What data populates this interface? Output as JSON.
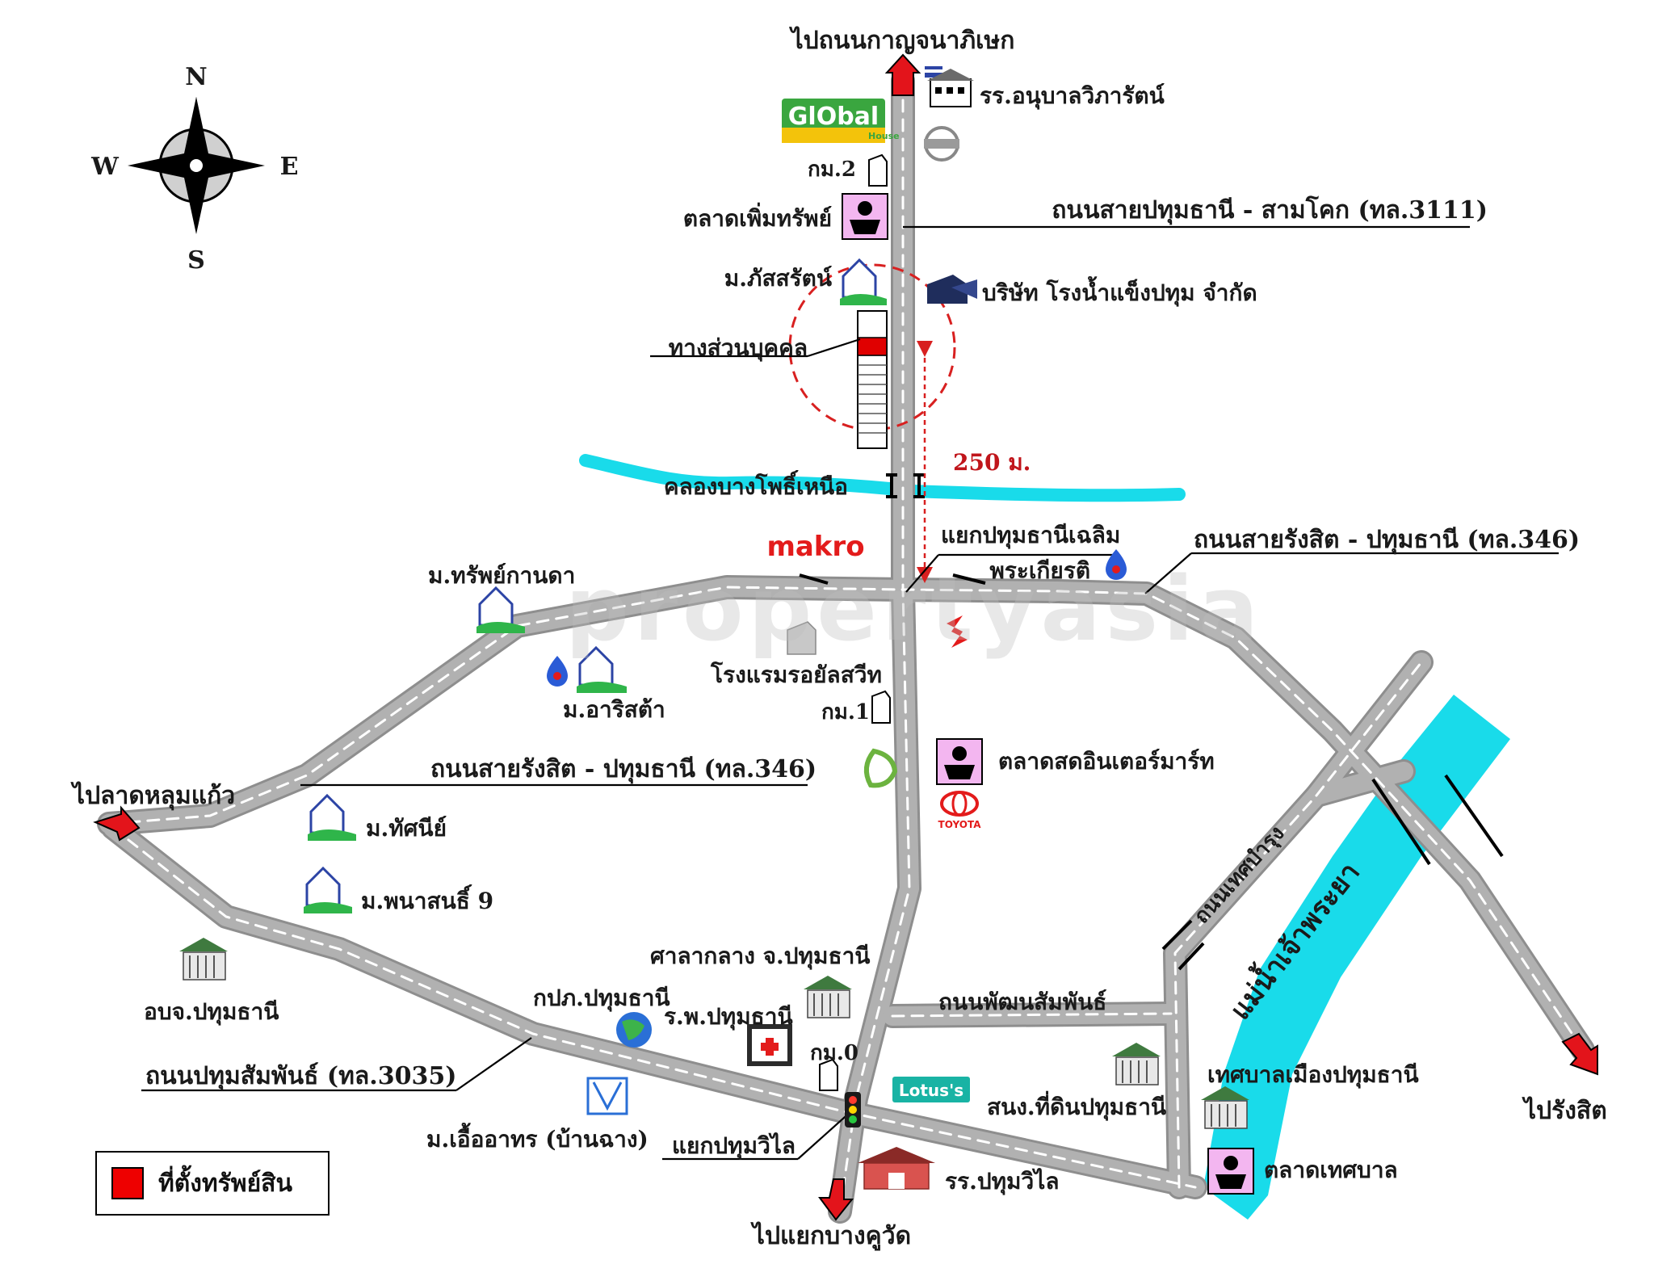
{
  "compass": {
    "n": "N",
    "s": "S",
    "e": "E",
    "w": "W"
  },
  "labels": {
    "to_kanchanaphisek": "ไปถนนกาญจนาภิเษก",
    "anubanwiparat": "รร.อนุบาลวิภารัตน์",
    "km2": "กม.2",
    "talad_perm_sap": "ตลาดเพิ่มทรัพย์",
    "road_3111": "ถนนสายปทุมธานี - สามโคก (ทล.3111)",
    "m_phatsarat": "ม.ภัสสรัตน์",
    "ice_factory": "บริษัท โรงน้ำแข็งปทุม จำกัด",
    "private_way": "ทางส่วนบุคคล",
    "dist_250": "250 ม.",
    "canal": "คลองบางโพธิ์เหนือ",
    "junction_chaloem_1": "แยกปทุมธานีเฉลิม",
    "junction_chaloem_2": "พระเกียรติ",
    "road_346_top": "ถนนสายรังสิต - ปทุมธานี (ทล.346)",
    "m_sap_kanda": "ม.ทรัพย์กานดา",
    "royal_swift": "โรงแรมรอยัลสวีท",
    "m_arista": "ม.อาริสต้า",
    "km1": "กม.1",
    "road_346_left": "ถนนสายรังสิต - ปทุมธานี (ทล.346)",
    "talad_intermart": "ตลาดสดอินเตอร์มาร์ท",
    "to_lat_lum_kaeo": "ไปลาดหลุมแก้ว",
    "m_tassanee": "ม.ทัศนีย์",
    "m_phana_9": "ม.พนาสนธิ์ 9",
    "road_thesaban": "ถนนเทศบำรุง",
    "chao_phraya": "แม่น้ำเจ้าพระยา",
    "sala_klang": "ศาลากลาง จ.ปทุมธานี",
    "obj": "อบจ.ปทุมธานี",
    "kpf": "กปภ.ปทุมธานี",
    "hospital": "ร.พ.ปทุมธานี",
    "road_phatthana": "ถนนพัฒนสัมพันธ์",
    "km0": "กม.0",
    "road_3035": "ถนนปทุมสัมพันธ์ (ทล.3035)",
    "thesaban_mueang": "เทศบาลเมืองปทุมธานี",
    "to_rangsit": "ไปรังสิต",
    "land_office": "สนง.ที่ดินปทุมธานี",
    "m_ua_athon": "ม.เอื้ออาทร (บ้านฉาง)",
    "junction_wilai": "แยกปทุมวิไล",
    "patumwilai_school": "รร.ปทุมวิไล",
    "talad_thesaban": "ตลาดเทศบาล",
    "to_bang_khu_wat": "ไปแยกบางคูวัด"
  },
  "brands": {
    "global": "GlObal",
    "global_sub": "House",
    "makro": "makro",
    "lotus": "Lotus's",
    "toyota": "TOYOTA"
  },
  "legend": {
    "text": "ที่ตั้งทรัพย์สิน",
    "swatch_color": "#e00000"
  },
  "watermark": "propertyasia",
  "colors": {
    "road": "#a9a9a9",
    "road_edge": "#8a8a8a",
    "river": "#19dbea",
    "property_circle": "#d82020",
    "arrow": "#e3141b",
    "house": "#2fb54a"
  }
}
